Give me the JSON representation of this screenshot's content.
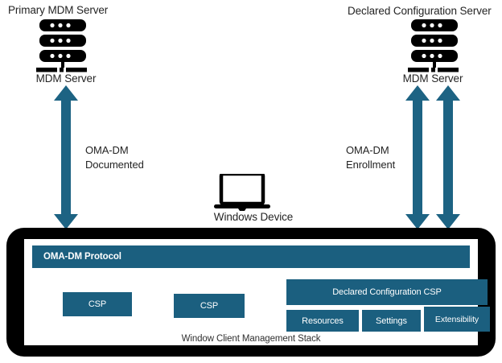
{
  "diagram": {
    "title_left": "Primary MDM Server",
    "title_right": "Declared Configuration Server",
    "node_left_label": "MDM Server",
    "node_right_label": "MDM Server",
    "device_label": "Windows  Device",
    "flows": {
      "left_line1": "OMA-DM",
      "left_line2": "Documented",
      "right_line1": "OMA-DM",
      "right_line2": "Enrollment"
    },
    "stack": {
      "protocol_bar": "OMA-DM Protocol",
      "csp_1": "CSP",
      "csp_2": "CSP",
      "declared_config_csp": "Declared Configuration CSP",
      "resources": "Resources",
      "settings": "Settings",
      "extensibility": "Extensibility",
      "footer": "Window Client Management Stack"
    },
    "colors": {
      "accent_blue": "#1b5f7f",
      "arrow_blue": "#1d6383",
      "frame_black": "#000000",
      "text": "#242424"
    }
  }
}
